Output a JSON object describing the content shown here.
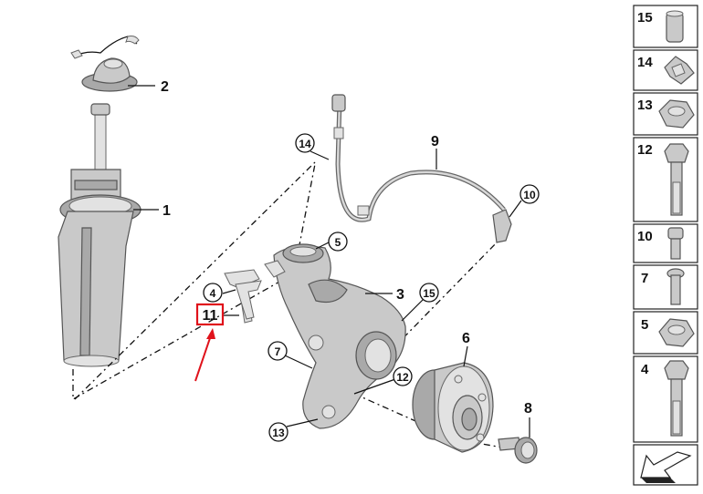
{
  "callouts": {
    "c1": "1",
    "c2": "2",
    "c3": "3",
    "c4": "4",
    "c5": "5",
    "c6": "6",
    "c7": "7",
    "c8": "8",
    "c9": "9",
    "c10": "10",
    "c11": "11",
    "c12": "12",
    "c13": "13",
    "c14": "14",
    "c15": "15"
  },
  "panel": {
    "items": [
      "15",
      "14",
      "13",
      "12",
      "10",
      "7",
      "5",
      "4"
    ]
  },
  "colors": {
    "highlight": "#e0121b",
    "part": "#c9c9c9",
    "line": "#111111"
  }
}
